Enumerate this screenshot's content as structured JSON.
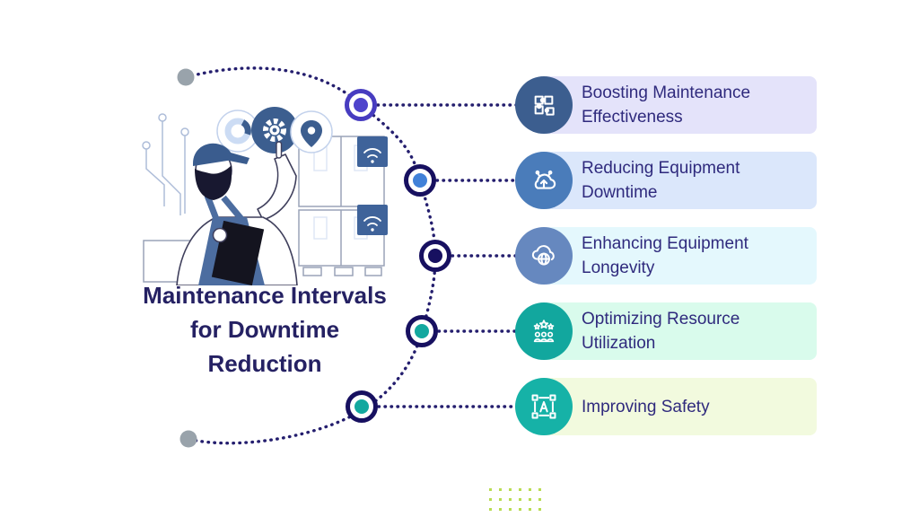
{
  "title": {
    "text": "Maintenance Intervals for Downtime Reduction"
  },
  "title_color": "#252163",
  "text_color": "#2f2a7d",
  "background_color": "#ffffff",
  "items": [
    {
      "label": "Boosting Maintenance Effectiveness",
      "icon": "puzzle-icon",
      "circle_color": "#3c5e8f",
      "bar_color": "#e4e3fa"
    },
    {
      "label": "Reducing Equipment Downtime",
      "icon": "cloud-upload-icon",
      "circle_color": "#4a7cba",
      "bar_color": "#dbe7fb"
    },
    {
      "label": "Enhancing Equipment Longevity",
      "icon": "cloud-globe-icon",
      "circle_color": "#6688bf",
      "bar_color": "#e4f8fd"
    },
    {
      "label": "Optimizing Resource Utilization",
      "icon": "team-stars-icon",
      "circle_color": "#12a79e",
      "bar_color": "#d9fbec"
    },
    {
      "label": "Improving Safety",
      "icon": "text-frame-icon",
      "circle_color": "#16b2a7",
      "bar_color": "#f2fade"
    }
  ],
  "timeline": {
    "line_color": "#241e6e",
    "endpoint_color": "#99a3ab",
    "nodes": [
      {
        "ring": "#473cc0",
        "dot": "#4e44cc"
      },
      {
        "ring": "#171060",
        "dot": "#4181d8"
      },
      {
        "ring": "#171060",
        "dot": "#171060"
      },
      {
        "ring": "#171060",
        "dot": "#13a89f"
      },
      {
        "ring": "#171060",
        "dot": "#13a89f"
      }
    ]
  },
  "decor": {
    "dot_grid_color": "#b9dc52"
  },
  "illustration": {
    "scene": "maintenance-worker-with-clipboard",
    "icons": [
      "donut-chart-icon",
      "gear-icon",
      "location-pin-icon",
      "wifi-icon"
    ],
    "palette": {
      "steel_blue": "#3c5e8f",
      "overalls_blue": "#4c6da0",
      "outline": "#3f3f5c",
      "light_line": "#aebdd9",
      "dark": "#16162c"
    }
  }
}
